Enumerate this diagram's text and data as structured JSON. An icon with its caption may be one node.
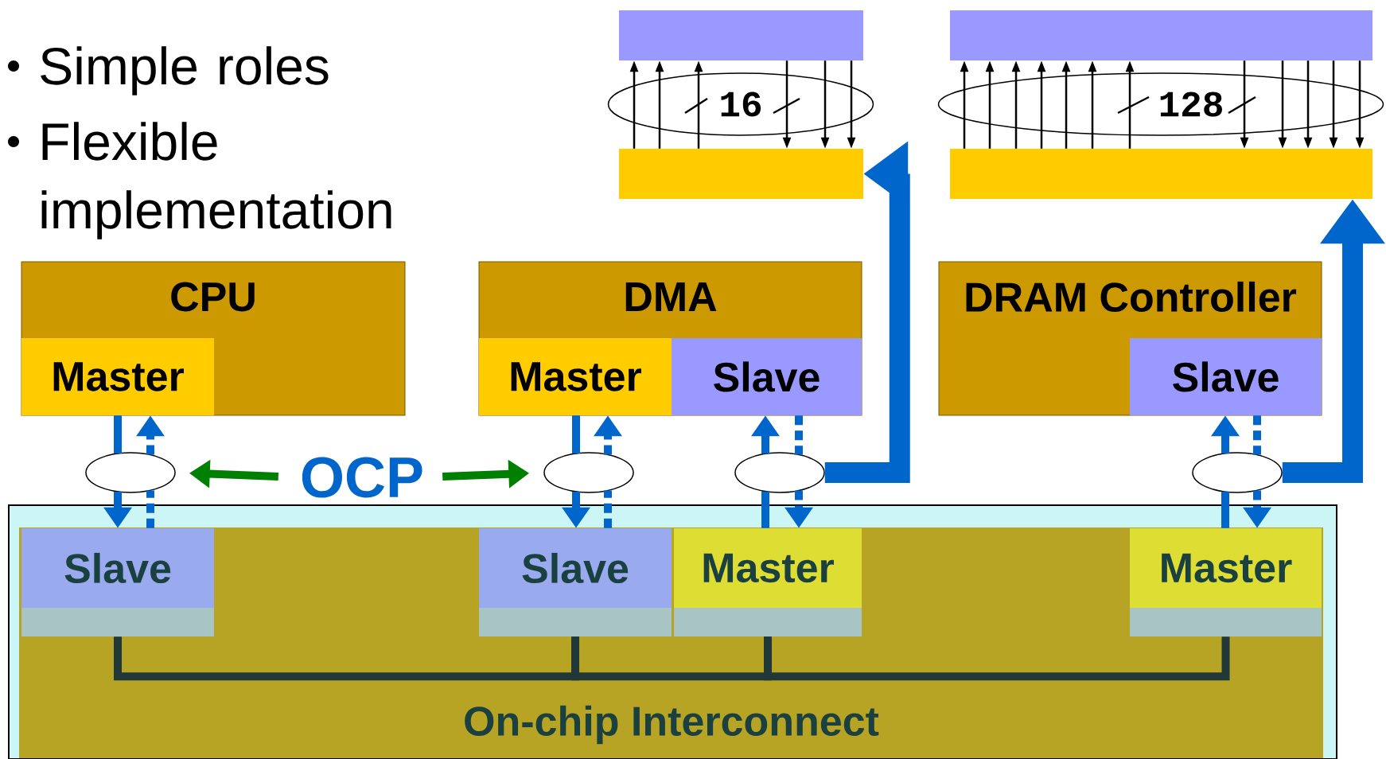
{
  "diagram": {
    "nodes": [
      {
        "text": [],
        "shape": "box"
      },
      {
        "text": [],
        "shape": "box"
      },
      {
        "text": [],
        "shape": "box"
      },
      {
        "text": [],
        "shape": "box"
      },
      {
        "text": [
          "CPU"
        ]
      },
      {
        "text": [
          "Master"
        ],
        "in": 4
      },
      {
        "text": [
          "DMA"
        ]
      },
      {
        "text": [
          "Master"
        ],
        "in": 6
      },
      {
        "text": [
          "Slave"
        ],
        "in": 6
      },
      {
        "text": [
          "DRAM Controller"
        ]
      },
      {
        "text": [
          "Slave"
        ],
        "in": 9
      },
      {
        "text": [
          "OCP"
        ]
      },
      {
        "text": [
          "On-chip Interconnect"
        ]
      },
      {
        "text": [
          "Slave"
        ],
        "in": 12
      },
      {
        "text": [
          "Slave"
        ],
        "in": 12
      },
      {
        "text": [
          "Master"
        ],
        "in": 12
      },
      {
        "text": [
          "Master"
        ],
        "in": 12
      },
      {
        "text": [],
        "shape": "ellipse"
      },
      {
        "text": [],
        "shape": "ellipse"
      },
      {
        "text": [],
        "shape": "ellipse"
      },
      {
        "text": [],
        "shape": "ellipse"
      }
    ],
    "edges": [
      {
        "from": 1,
        "to": 0,
        "arrow": "to"
      },
      {
        "from": 1,
        "to": 0,
        "arrow": "to"
      },
      {
        "from": 1,
        "to": 0,
        "arrow": "to"
      },
      {
        "from": 0,
        "to": 1,
        "arrow": "to"
      },
      {
        "from": 0,
        "to": 1,
        "arrow": "to"
      },
      {
        "from": 0,
        "to": 1,
        "arrow": "to"
      },
      {
        "from": 3,
        "to": 2,
        "arrow": "to"
      },
      {
        "from": 3,
        "to": 2,
        "arrow": "to"
      },
      {
        "from": 3,
        "to": 2,
        "arrow": "to"
      },
      {
        "from": 3,
        "to": 2,
        "arrow": "to"
      },
      {
        "from": 3,
        "to": 2,
        "arrow": "to"
      },
      {
        "from": 3,
        "to": 2,
        "arrow": "to"
      },
      {
        "from": 3,
        "to": 2,
        "arrow": "to"
      },
      {
        "from": 2,
        "to": 3,
        "arrow": "to"
      },
      {
        "from": 2,
        "to": 3,
        "arrow": "to"
      },
      {
        "from": 2,
        "to": 3,
        "arrow": "to"
      },
      {
        "from": 2,
        "to": 3,
        "arrow": "to"
      },
      {
        "from": 2,
        "to": 3,
        "arrow": "to"
      },
      {
        "from": 5,
        "to": 17,
        "arrow": "none",
        "color": "#0066cc"
      },
      {
        "from": 17,
        "to": 13,
        "arrow": "to",
        "color": "#0066cc"
      },
      {
        "from": 13,
        "to": 17,
        "arrow": "none",
        "style": "dashed",
        "color": "#0066cc"
      },
      {
        "from": 17,
        "to": 5,
        "arrow": "to",
        "style": "dashed",
        "color": "#0066cc"
      },
      {
        "from": 7,
        "to": 18,
        "arrow": "none",
        "color": "#0066cc"
      },
      {
        "from": 18,
        "to": 14,
        "arrow": "to",
        "color": "#0066cc"
      },
      {
        "from": 14,
        "to": 18,
        "arrow": "none",
        "style": "dashed",
        "color": "#0066cc"
      },
      {
        "from": 18,
        "to": 7,
        "arrow": "to",
        "style": "dashed",
        "color": "#0066cc"
      },
      {
        "from": 15,
        "to": 19,
        "arrow": "none",
        "color": "#0066cc"
      },
      {
        "from": 19,
        "to": 8,
        "arrow": "to",
        "color": "#0066cc"
      },
      {
        "from": 8,
        "to": 19,
        "arrow": "none",
        "style": "dashed",
        "color": "#0066cc"
      },
      {
        "from": 19,
        "to": 15,
        "arrow": "to",
        "style": "dashed",
        "color": "#0066cc"
      },
      {
        "from": 16,
        "to": 20,
        "arrow": "none",
        "color": "#0066cc"
      },
      {
        "from": 20,
        "to": 10,
        "arrow": "to",
        "color": "#0066cc"
      },
      {
        "from": 10,
        "to": 20,
        "arrow": "none",
        "style": "dashed",
        "color": "#0066cc"
      },
      {
        "from": 20,
        "to": 16,
        "arrow": "to",
        "style": "dashed",
        "color": "#0066cc"
      },
      {
        "from": 11,
        "to": 17,
        "arrow": "to",
        "color": "#008000"
      },
      {
        "from": 11,
        "to": 18,
        "arrow": "to",
        "color": "#008000"
      },
      {
        "from": 19,
        "to": 1,
        "arrow": "to",
        "style": "thick",
        "color": "#0066cc"
      },
      {
        "from": 20,
        "to": 3,
        "arrow": "to",
        "style": "thick",
        "color": "#0066cc"
      },
      {
        "from": 13,
        "to": 14,
        "arrow": "none",
        "color": "#203838"
      },
      {
        "from": 14,
        "to": 15,
        "arrow": "none",
        "color": "#203838"
      },
      {
        "from": 15,
        "to": 16,
        "arrow": "none",
        "color": "#203838"
      }
    ],
    "labels": [
      "Simple roles",
      "Flexible implementation",
      "16",
      "128"
    ]
  }
}
